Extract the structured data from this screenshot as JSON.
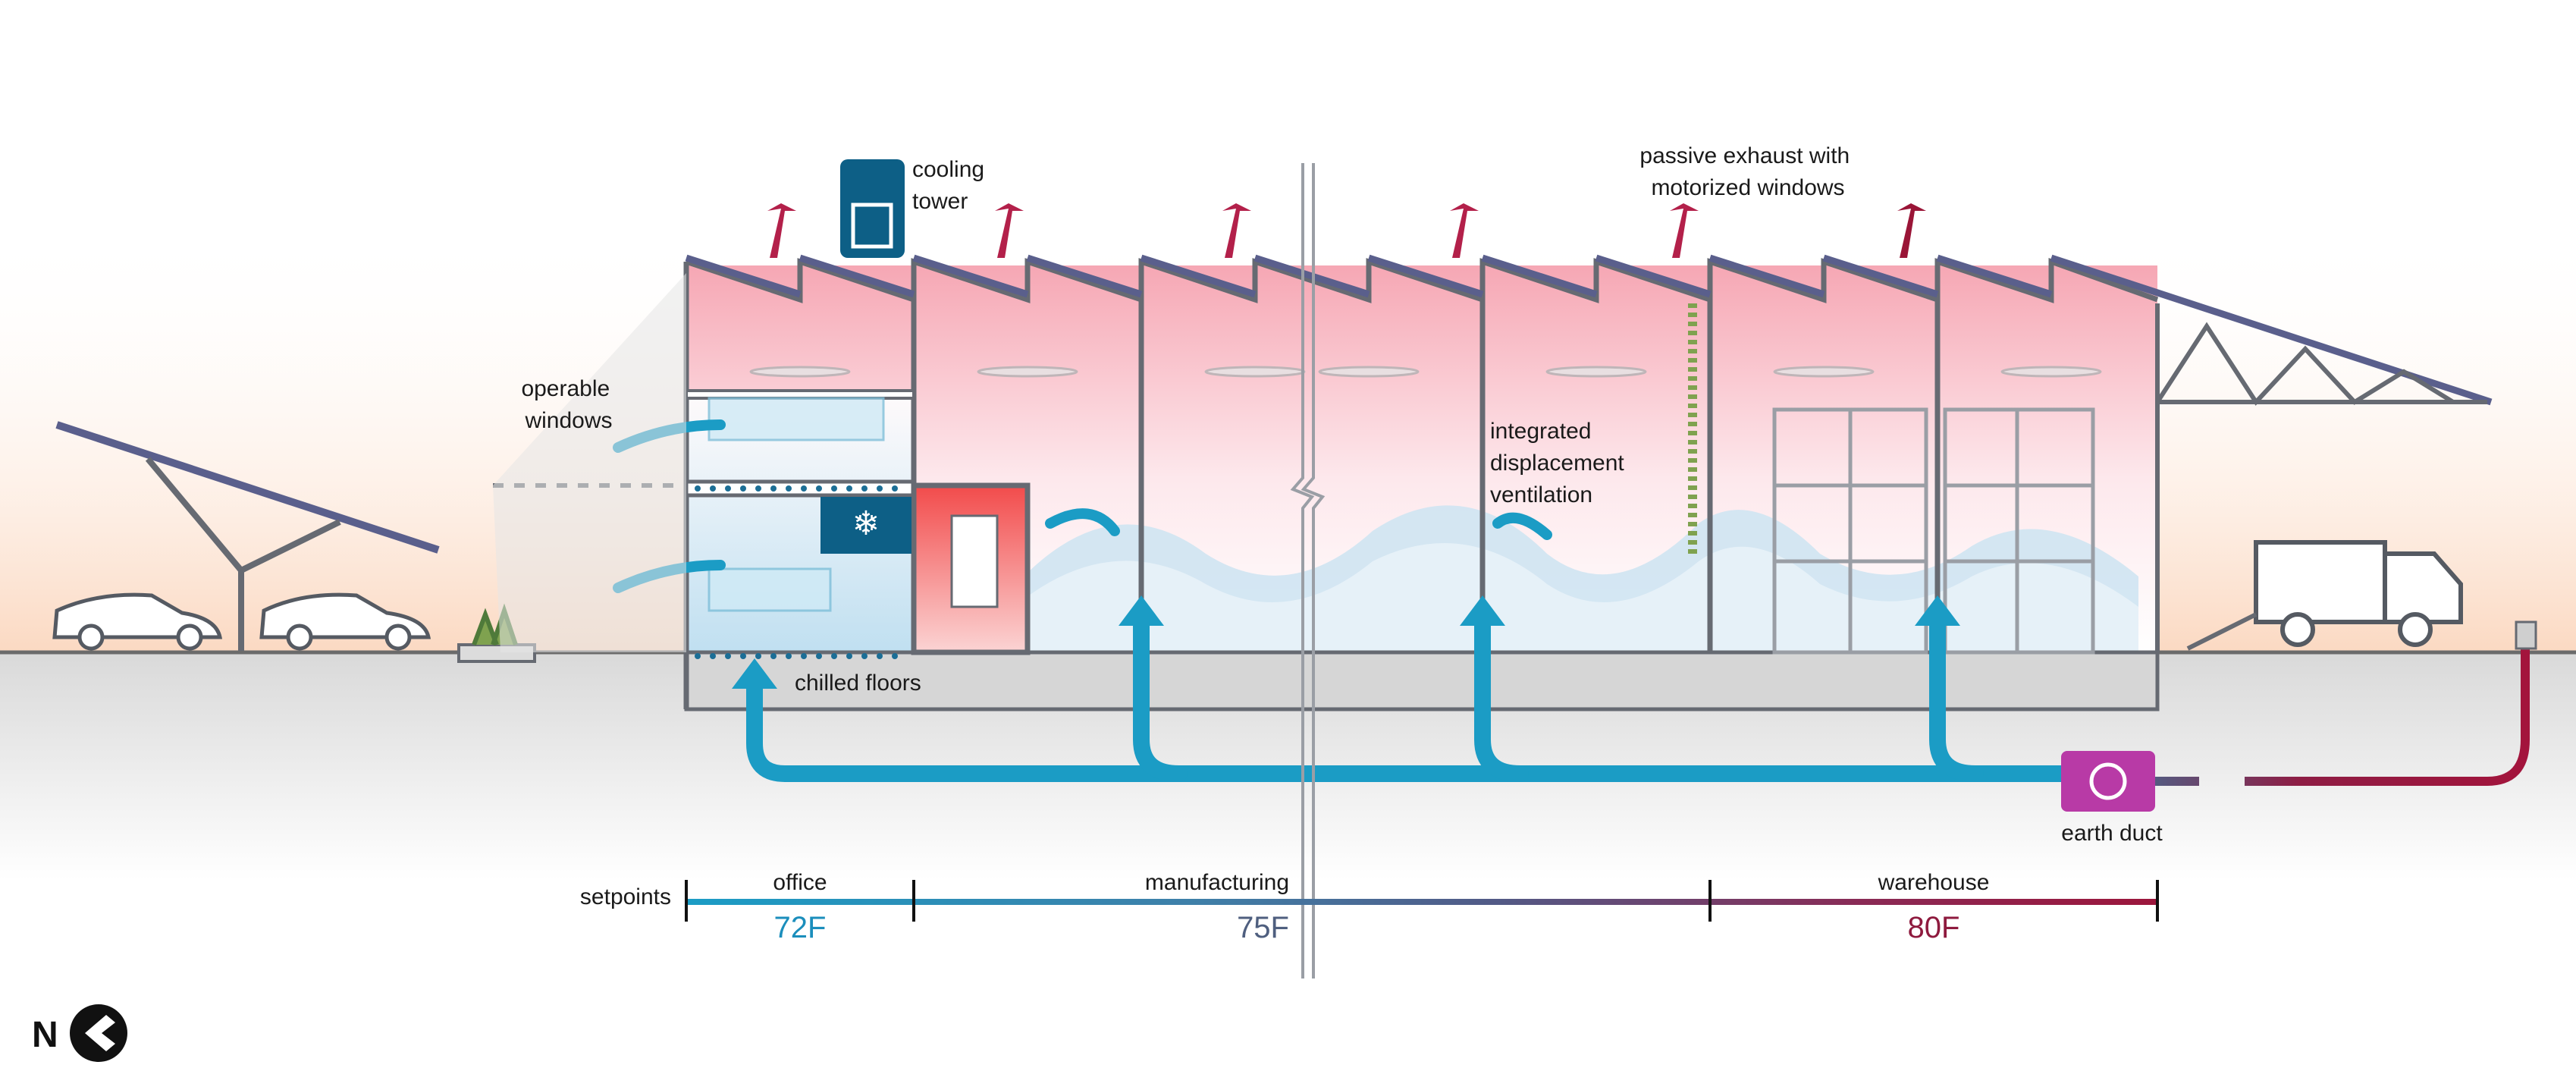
{
  "labels": {
    "operable_windows": [
      "operable",
      "windows"
    ],
    "cooling_tower": [
      "cooling",
      "tower"
    ],
    "passive_exhaust": [
      "passive exhaust with",
      "motorized windows"
    ],
    "integrated_ventilation": [
      "integrated",
      "displacement",
      "ventilation"
    ],
    "chilled_floors": "chilled floors",
    "earth_duct": "earth duct"
  },
  "setpoints": {
    "title": "setpoints",
    "zones": [
      {
        "name": "office",
        "value": "72F",
        "color": "#1b8ebc"
      },
      {
        "name": "manufacturing",
        "value": "75F",
        "color": "#4f5f7f"
      },
      {
        "name": "warehouse",
        "value": "80F",
        "color": "#8e1a3e"
      }
    ]
  },
  "logo": {
    "letter": "N"
  },
  "colors": {
    "cool": "#1b9cc5",
    "warm": "#b3204a",
    "structure": "#666a72",
    "solar": "#5a5f8c",
    "earth_duct_box": "#b83aa6",
    "cooling_box": "#0d5f86"
  }
}
